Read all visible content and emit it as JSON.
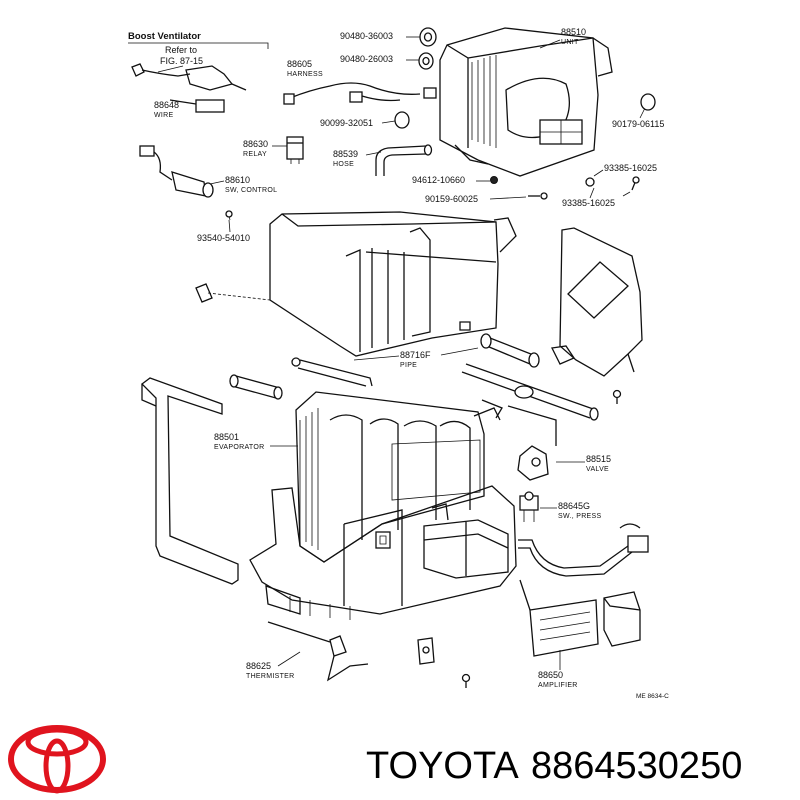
{
  "heading": {
    "title": "Boost Ventilator",
    "refer_line1": "Refer to",
    "refer_line2": "FIG. 87-15"
  },
  "parts": [
    {
      "number": "88510",
      "name": "UNIT"
    },
    {
      "number": "90480-36003",
      "name": ""
    },
    {
      "number": "90480-26003",
      "name": ""
    },
    {
      "number": "88605",
      "name": "HARNESS"
    },
    {
      "number": "88648",
      "name": "WIRE"
    },
    {
      "number": "90099-32051",
      "name": ""
    },
    {
      "number": "90179-06115",
      "name": ""
    },
    {
      "number": "88630",
      "name": "RELAY"
    },
    {
      "number": "88539",
      "name": "HOSE"
    },
    {
      "number": "88610",
      "name": "SW, CONTROL"
    },
    {
      "number": "94612-10660",
      "name": ""
    },
    {
      "number": "93385-16025",
      "name": ""
    },
    {
      "number": "90159-60025",
      "name": ""
    },
    {
      "number": "93385-16025",
      "name": ""
    },
    {
      "number": "93540-54010",
      "name": ""
    },
    {
      "number": "88716F",
      "name": "PIPE"
    },
    {
      "number": "88501",
      "name": "EVAPORATOR"
    },
    {
      "number": "88515",
      "name": "VALVE"
    },
    {
      "number": "88645G",
      "name": "SW., PRESS"
    },
    {
      "number": "88625",
      "name": "THERMISTER"
    },
    {
      "number": "88650",
      "name": "AMPLIFIER"
    }
  ],
  "drawing_code": "ME 8634-C",
  "brand": {
    "name": "TOYOTA",
    "part_number": "8864530250",
    "logo_color": "#e0141e"
  }
}
